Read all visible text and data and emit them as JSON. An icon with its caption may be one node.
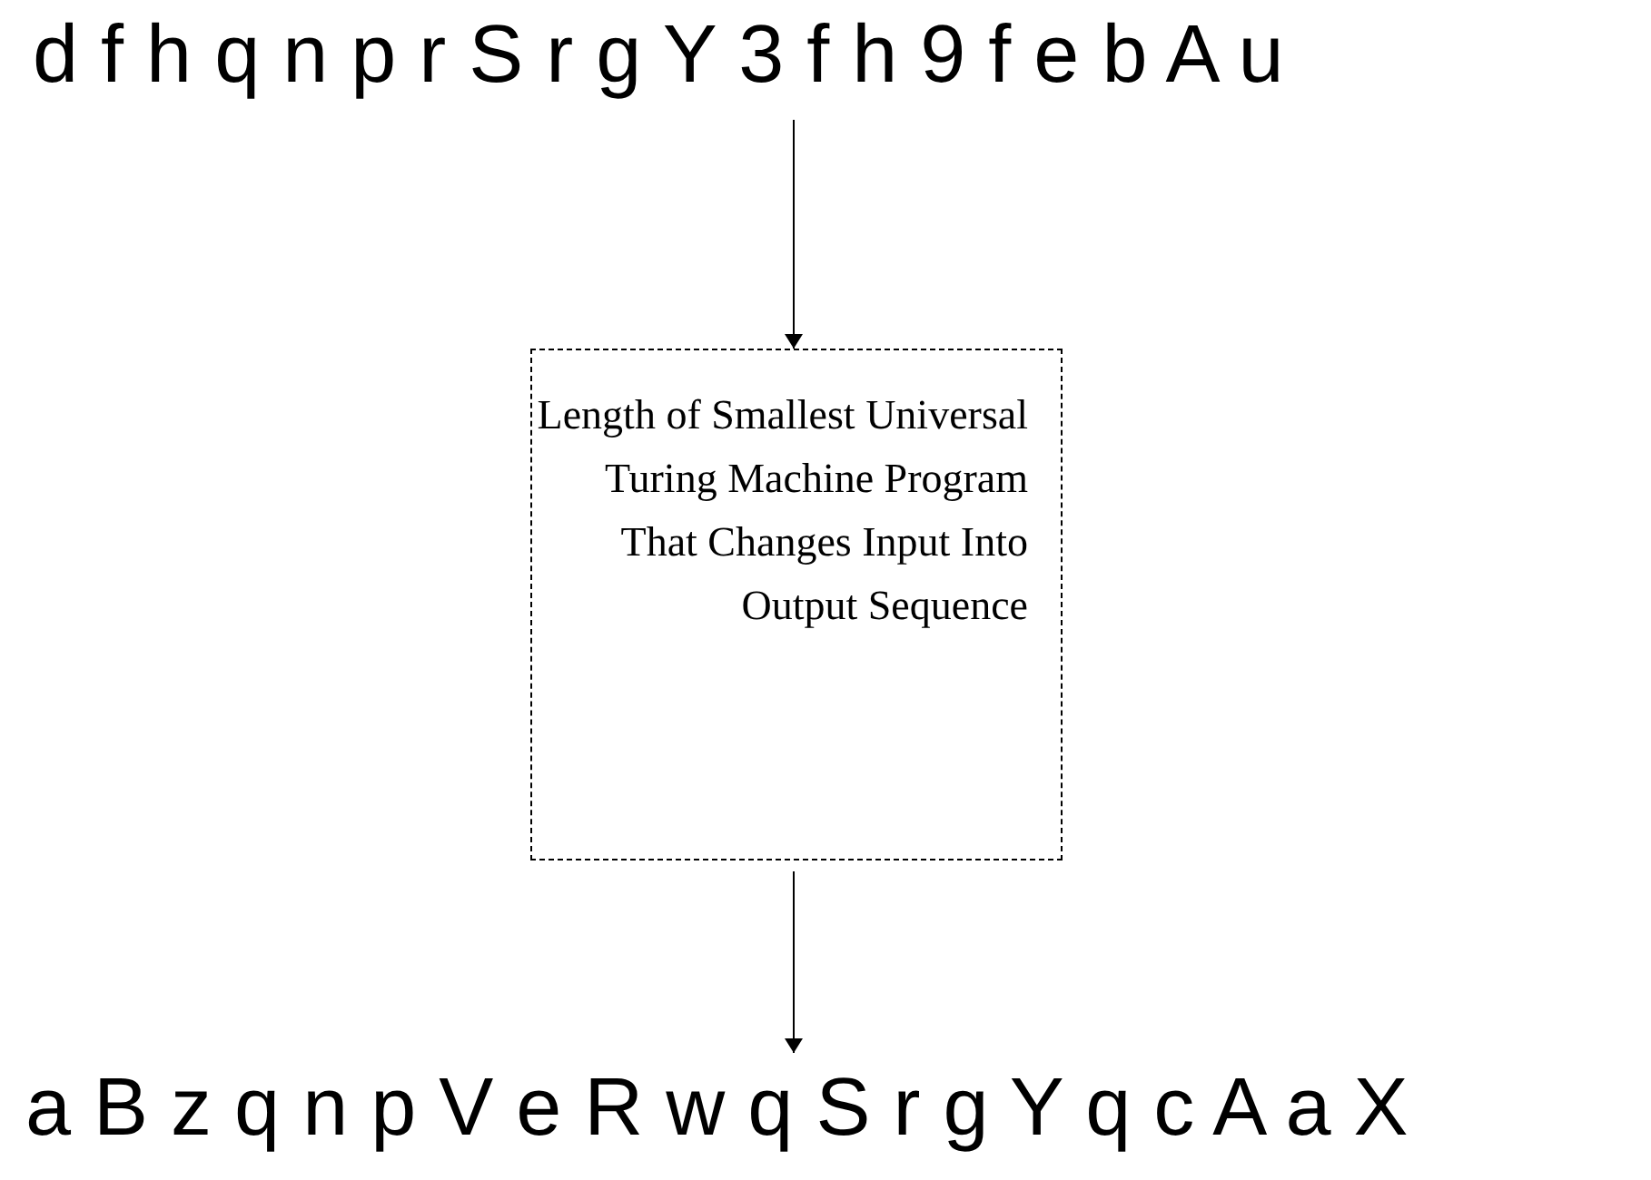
{
  "diagram": {
    "nodes": [
      {
        "text": [
          "d f h q n p r S r g Y 3 f h 9 f e b A u"
        ]
      },
      {
        "text": [
          "Length of Smallest Universal Turing Machine Program That Changes Input Into Output Sequence"
        ]
      },
      {
        "text": [
          "a B z q n p V e R w q S r g Y q c A a X"
        ]
      }
    ],
    "edges": [
      {
        "from": 0,
        "to": 1,
        "arrow": "to"
      },
      {
        "from": 1,
        "to": 2,
        "arrow": "to"
      }
    ]
  }
}
